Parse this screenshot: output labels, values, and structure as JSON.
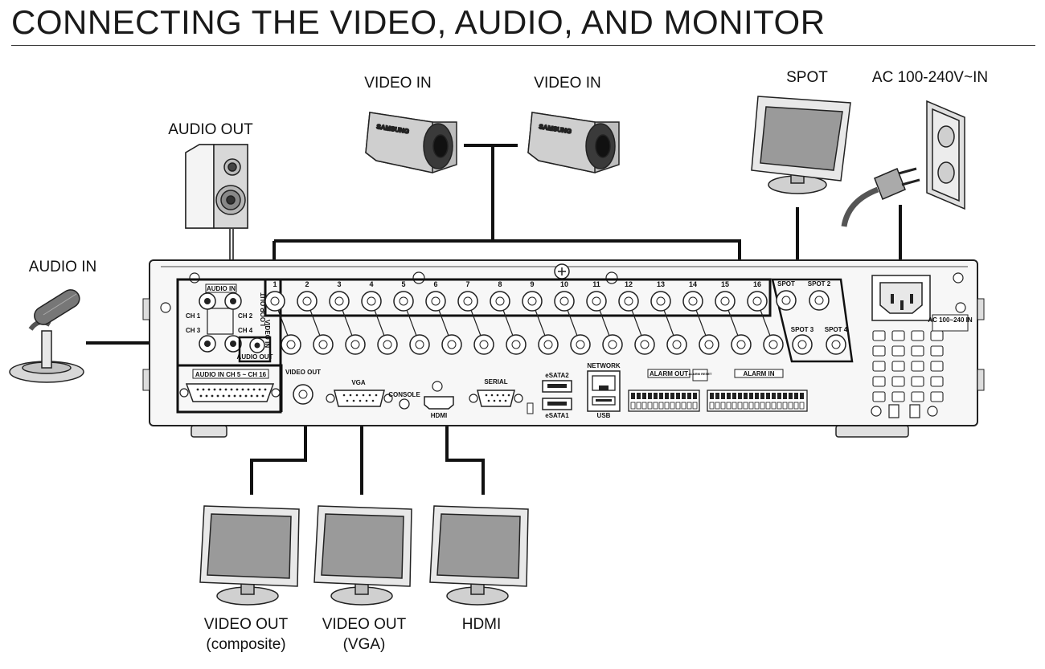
{
  "title": "CONNECTING THE VIDEO, AUDIO, AND MONITOR",
  "labels": {
    "audio_out": "AUDIO OUT",
    "audio_in": "AUDIO IN",
    "video_in_1": "VIDEO IN",
    "video_in_2": "VIDEO IN",
    "spot": "SPOT",
    "ac_in": "AC 100-240V~IN",
    "video_out_composite_line1": "VIDEO OUT",
    "video_out_composite_line2": "(composite)",
    "video_out_vga_line1": "VIDEO OUT",
    "video_out_vga_line2": "(VGA)",
    "hdmi": "HDMI"
  },
  "panel": {
    "audio_in_header": "AUDIO IN",
    "ch1": "CH 1",
    "ch2": "CH 2",
    "ch3": "CH 3",
    "ch4": "CH 4",
    "audio_out_port": "AUDIO OUT",
    "audio_in_ch5_16": "AUDIO IN CH 5 ~ CH 16",
    "loop_out": "LOOP OUT",
    "video_in_vertical": "VIDEO IN",
    "channels": [
      "1",
      "2",
      "3",
      "4",
      "5",
      "6",
      "7",
      "8",
      "9",
      "10",
      "11",
      "12",
      "13",
      "14",
      "15",
      "16"
    ],
    "spot": "SPOT",
    "spot2": "SPOT 2",
    "spot3": "SPOT 3",
    "spot4": "SPOT 4",
    "video_out": "VIDEO OUT",
    "vga": "VGA",
    "console": "CONSOLE",
    "hdmi": "HDMI",
    "serial": "SERIAL",
    "esata2": "eSATA2",
    "esata1": "eSATA1",
    "network": "NETWORK",
    "usb": "USB",
    "alarm_out": "ALARM OUT",
    "alarm_reset": "ALARM RESET",
    "alarm_in": "ALARM IN",
    "ac_panel": "AC 100~240 IN",
    "camera_brand": "SAMSUNG"
  }
}
